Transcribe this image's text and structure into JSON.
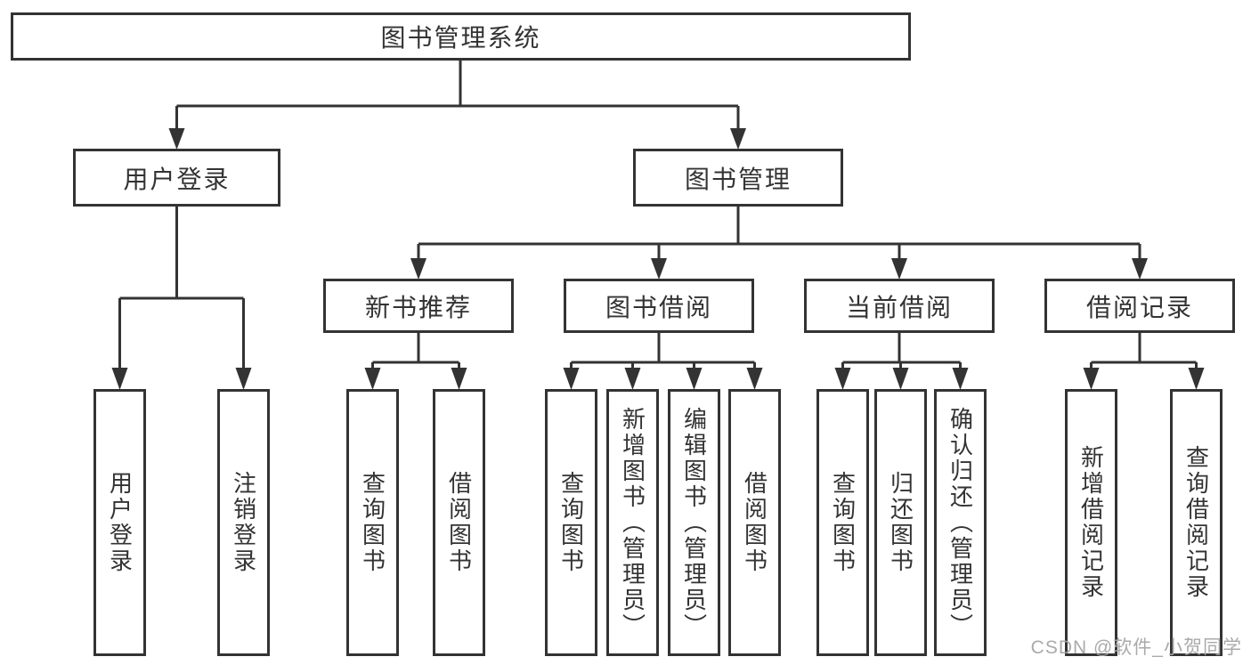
{
  "diagram": {
    "root": {
      "label": "图书管理系统"
    },
    "branches": [
      {
        "label": "用户登录",
        "children": [
          {
            "label": "用户登录"
          },
          {
            "label": "注销登录"
          }
        ]
      },
      {
        "label": "图书管理",
        "children": [
          {
            "label": "新书推荐",
            "children": [
              {
                "label": "查询图书"
              },
              {
                "label": "借阅图书"
              }
            ]
          },
          {
            "label": "图书借阅",
            "children": [
              {
                "label": "查询图书"
              },
              {
                "label": "新增图书（管理员）"
              },
              {
                "label": "编辑图书（管理员）"
              },
              {
                "label": "借阅图书"
              }
            ]
          },
          {
            "label": "当前借阅",
            "children": [
              {
                "label": "查询图书"
              },
              {
                "label": "归还图书"
              },
              {
                "label": "确认归还（管理员）"
              }
            ]
          },
          {
            "label": "借阅记录",
            "children": [
              {
                "label": "新增借阅记录"
              },
              {
                "label": "查询借阅记录"
              }
            ]
          }
        ]
      }
    ]
  },
  "watermark": {
    "text": "CSDN @软件_小贺同学"
  },
  "colors": {
    "line": "#333333",
    "box_border": "#333333",
    "text": "#333333",
    "background": "#ffffff",
    "watermark": "#a5a5a5"
  }
}
